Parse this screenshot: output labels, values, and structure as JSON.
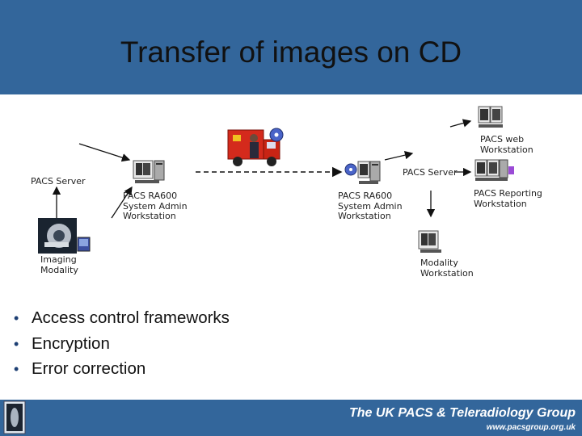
{
  "title": "Transfer of images on CD",
  "labels": {
    "pacs_server_left": "PACS Server",
    "ra600_left": [
      "PACS RA600",
      "System Admin",
      "Workstation"
    ],
    "imaging_modality": [
      "Imaging",
      "Modality"
    ],
    "pacs_server_right": "PACS Server",
    "ra600_right": [
      "PACS RA600",
      "System Admin",
      "Workstation"
    ],
    "web_workstation": [
      "PACS web",
      "Workstation"
    ],
    "reporting_workstation": [
      "PACS Reporting",
      "Workstation"
    ],
    "modality_workstation": [
      "Modality",
      "Workstation"
    ]
  },
  "bullets": [
    "Access control frameworks",
    "Encryption",
    "Error correction"
  ],
  "footer": {
    "title": "The UK PACS & Teleradiology Group",
    "url": "www.pacsgroup.org.uk"
  },
  "colors": {
    "header": "#33669b",
    "footer": "#33669b",
    "bullet": "#1d3f73"
  },
  "icons": [
    "workstation-icon",
    "cd-disc-icon",
    "courier-van-icon",
    "imaging-modality-icon",
    "xray-icon"
  ]
}
